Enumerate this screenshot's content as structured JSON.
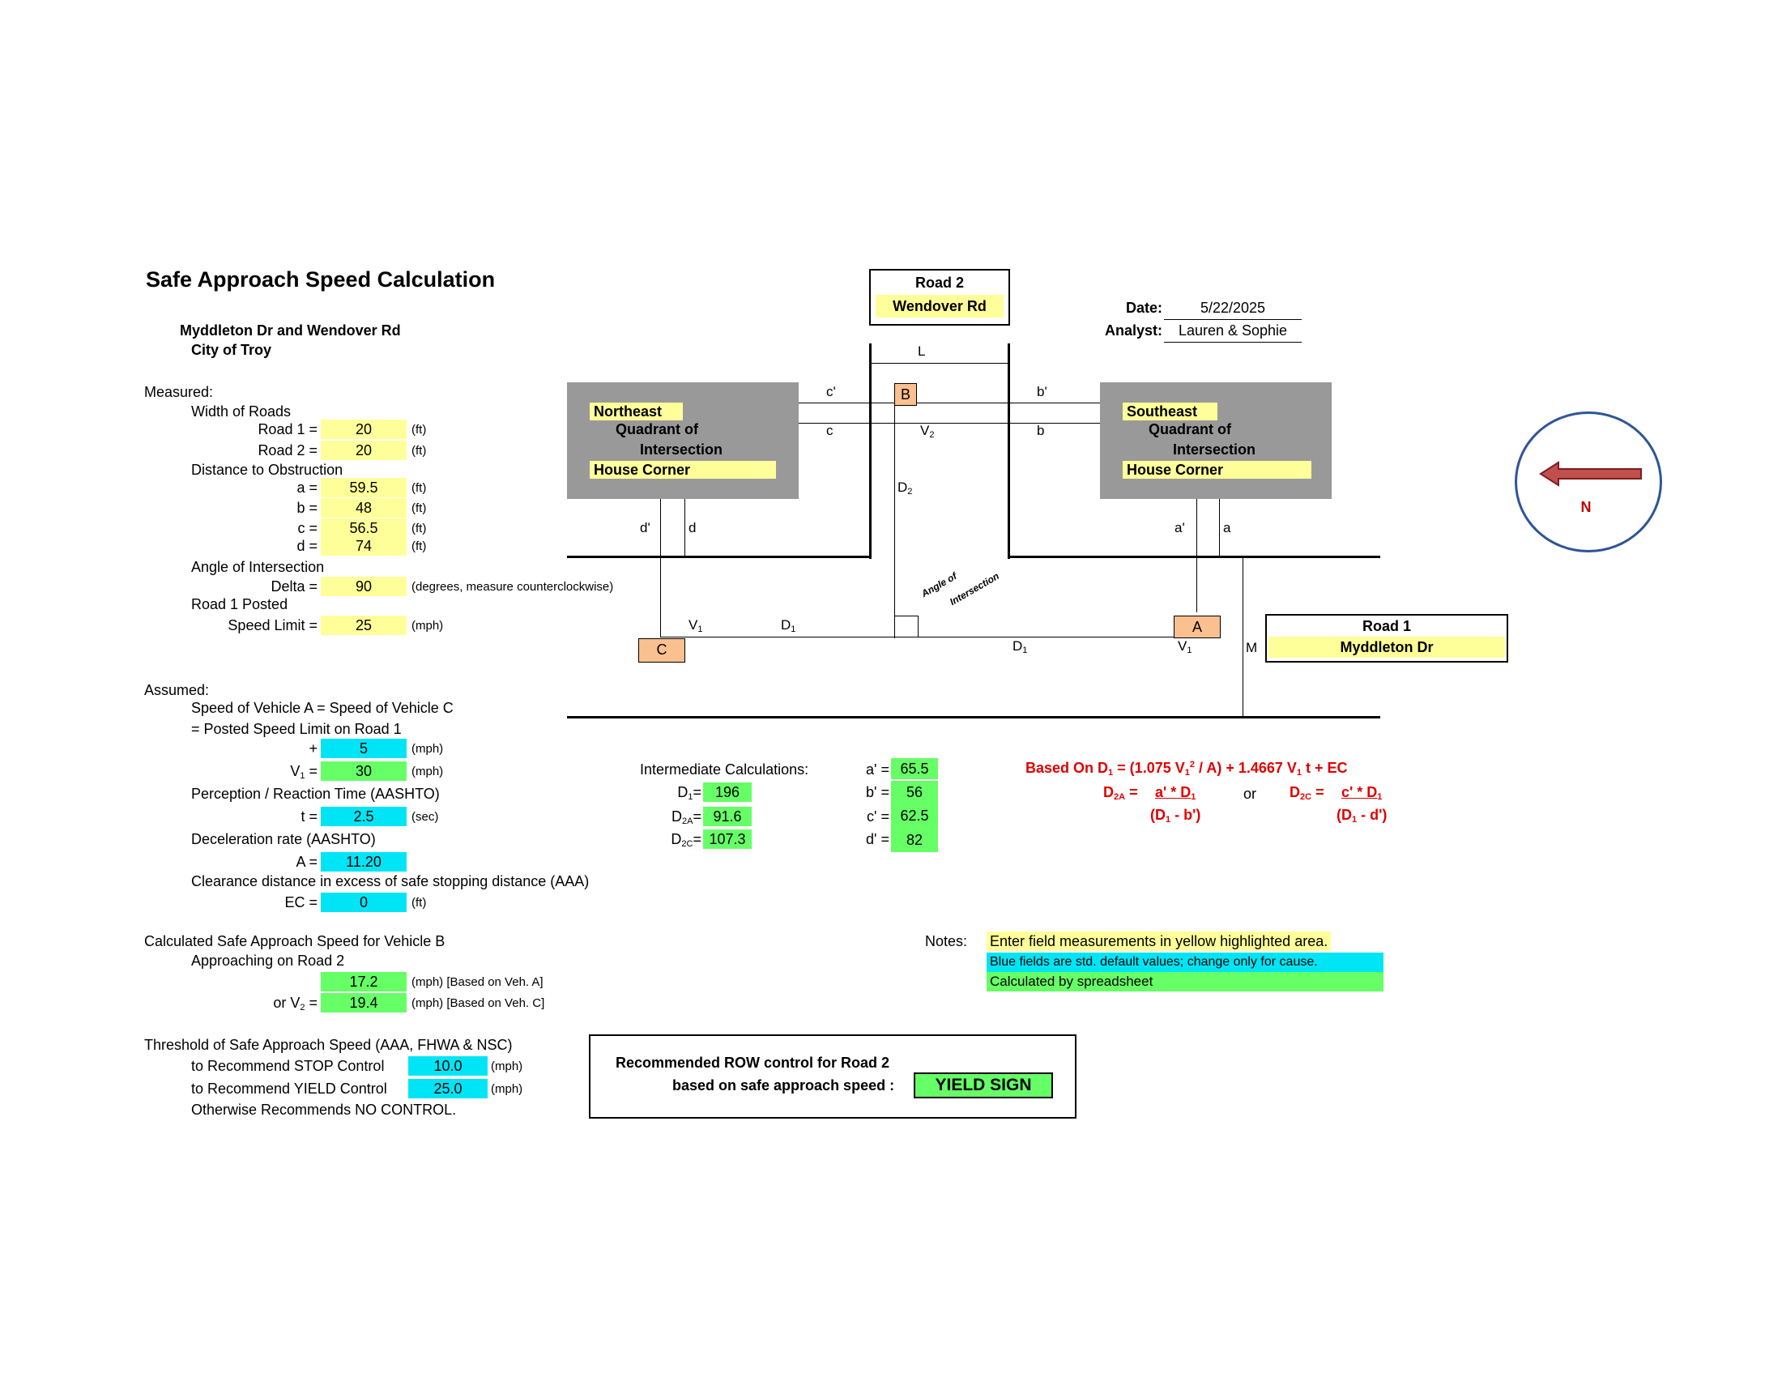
{
  "title": "Safe Approach Speed Calculation",
  "location": {
    "line1": "Myddleton Dr  and  Wendover Rd",
    "line2": "City of Troy"
  },
  "meta": {
    "date_label": "Date:",
    "date": "5/22/2025",
    "analyst_label": "Analyst:",
    "analyst": "Lauren & Sophie"
  },
  "measured": {
    "heading": "Measured:",
    "width_heading": "Width of Roads",
    "road1_label": "Road 1 =",
    "road1": "20",
    "road2_label": "Road 2 =",
    "road2": "20",
    "distance_heading": "Distance to Obstruction",
    "a_label": "a =",
    "a": "59.5",
    "b_label": "b =",
    "b": "48",
    "c_label": "c =",
    "c": "56.5",
    "d_label": "d =",
    "d": "74",
    "angle_heading": "Angle of Intersection",
    "delta_label": "Delta =",
    "delta": "90",
    "delta_unit": "(degrees, measure counterclockwise)",
    "posted_heading": "Road 1 Posted",
    "speed_limit_label": "Speed Limit =",
    "speed_limit": "25",
    "unit_ft": "(ft)",
    "unit_mph": "(mph)"
  },
  "assumed": {
    "heading": "Assumed:",
    "line1": "Speed of Vehicle A = Speed of Vehicle C",
    "line2": "= Posted Speed Limit on Road 1",
    "plus_label": "+",
    "plus": "5",
    "v1_label": "V",
    "v1_sub": "1",
    "v1_eq": " =",
    "v1": "30",
    "perception_heading": "Perception / Reaction Time (AASHTO)",
    "t_label": "t =",
    "t": "2.5",
    "t_unit": "(sec)",
    "decel_heading": "Deceleration rate (AASHTO)",
    "A_label": "A =",
    "A": "11.20",
    "clearance_heading": "Clearance distance in excess of safe stopping distance (AAA)",
    "ec_label": "EC =",
    "ec": "0"
  },
  "calculated": {
    "heading": "Calculated Safe Approach Speed for Vehicle B",
    "subheading": "Approaching on Road 2",
    "v2a": "17.2",
    "v2a_unit": "(mph) [Based on Veh. A]",
    "v2_label_prefix": "or V",
    "v2_sub": "2",
    "v2_eq": " =",
    "v2c": "19.4",
    "v2c_unit": "(mph) [Based on Veh. C]"
  },
  "threshold": {
    "heading": "Threshold of Safe Approach Speed (AAA, FHWA & NSC)",
    "stop_label": "to Recommend STOP Control",
    "stop": "10.0",
    "yield_label": "to Recommend YIELD Control",
    "yield": "25.0",
    "otherwise": "Otherwise Recommends NO CONTROL."
  },
  "recommendation": {
    "line1": "Recommended ROW control for Road 2",
    "line2": "based on safe approach speed :",
    "value": "YIELD SIGN"
  },
  "intermediate": {
    "heading": "Intermediate Calculations:",
    "d1": "196",
    "d2a": "91.6",
    "d2c": "107.3",
    "a_prime": "65.5",
    "b_prime": "56",
    "c_prime": "62.5",
    "d_prime": "82"
  },
  "formula": {
    "based_on": "Based On",
    "d1_text": "= (1.075 V",
    "d1_text2": " / A) + 1.4667 V",
    "d1_text3": " t + EC",
    "or": "or",
    "d2a_num": "a' * D",
    "d2a_den": "(D",
    "d2a_den2": " - b')",
    "d2c_num": "c' * D",
    "d2c_den2": " - d')"
  },
  "notes": {
    "label": "Notes:",
    "yellow": "Enter field measurements in yellow highlighted area.",
    "blue": "Blue fields are std. default values; change only for cause.",
    "green": "Calculated by spreadsheet"
  },
  "diagram": {
    "road2_title": "Road 2",
    "road2_name": "Wendover Rd",
    "road1_title": "Road 1",
    "road1_name": "Myddleton Dr",
    "ne_tag": "Northeast",
    "ne_line2": "Quadrant of",
    "ne_line3": "Intersection",
    "ne_tag2": "House Corner",
    "se_tag": "Southeast",
    "se_line2": "Quadrant of",
    "se_line3": "Intersection",
    "se_tag2": "House Corner",
    "angle_label1": "Angle of",
    "angle_label2": "Intersection",
    "compass_label": "N",
    "veh_a": "A",
    "veh_b": "B",
    "veh_c": "C",
    "lbl_L": "L",
    "lbl_M": "M",
    "lbl_c_prime": "c'",
    "lbl_c": "c",
    "lbl_b_prime": "b'",
    "lbl_b": "b",
    "lbl_d_prime": "d'",
    "lbl_d": "d",
    "lbl_a_prime": "a'",
    "lbl_a": "a"
  },
  "colors": {
    "input": "#ffff99",
    "default": "#00e5f5",
    "calculated": "#66ff66",
    "formula": "#e00000",
    "quadrant": "#999999",
    "vehicle": "#fac090"
  }
}
